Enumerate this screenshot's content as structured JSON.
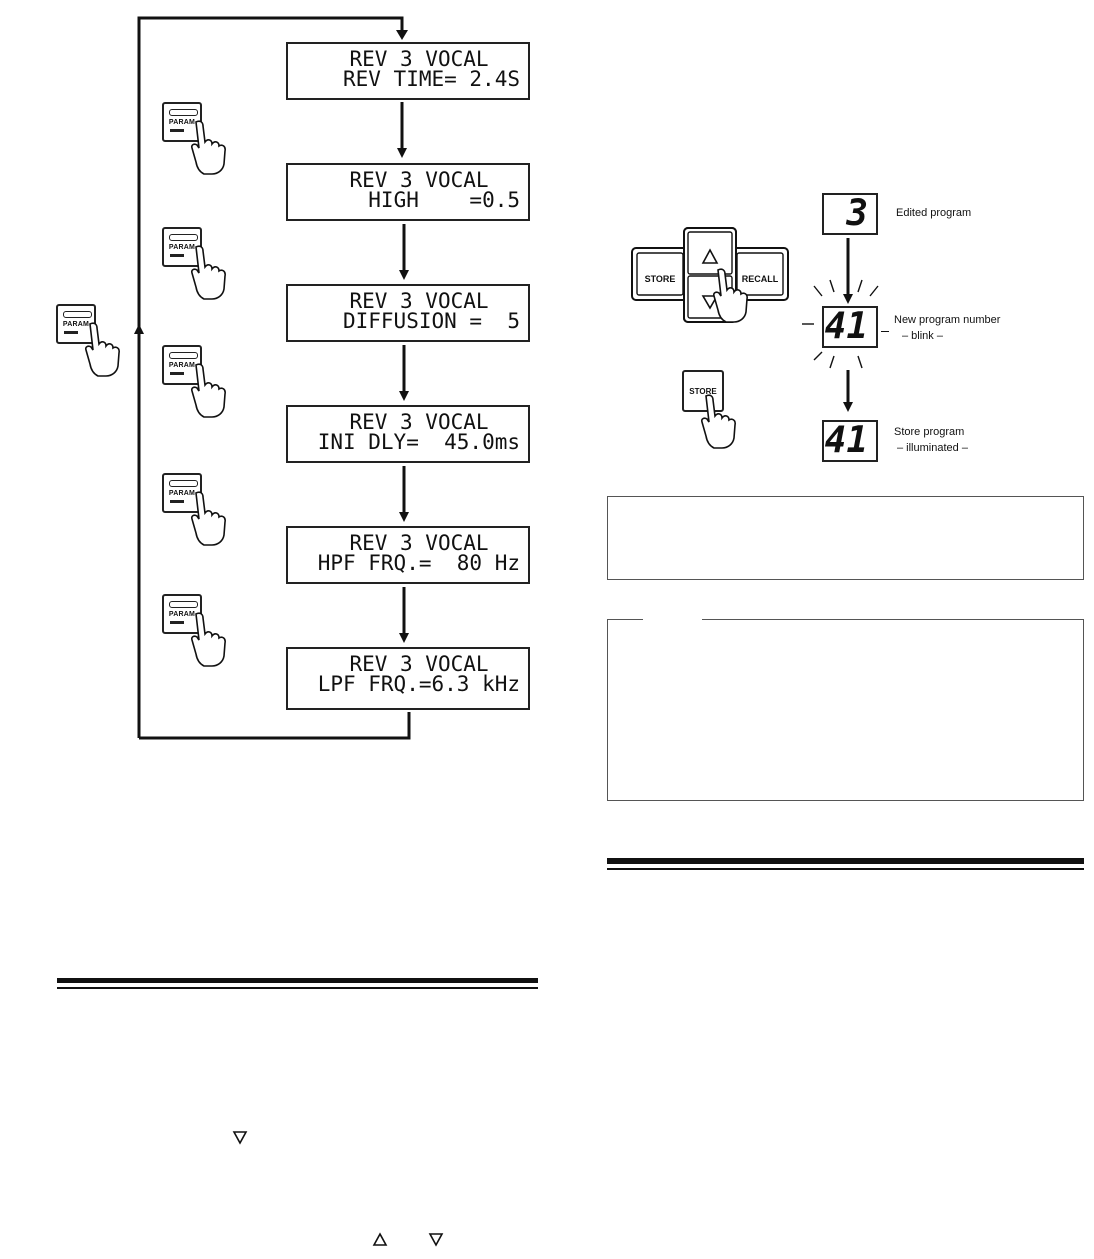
{
  "lcd_screens": [
    {
      "line1": "REV 3 VOCAL",
      "line2": "REV TIME= 2.4S"
    },
    {
      "line1": "REV 3 VOCAL",
      "line2": "HIGH    =0.5"
    },
    {
      "line1": "REV 3 VOCAL",
      "line2": "DIFFUSION =  5"
    },
    {
      "line1": "REV 3 VOCAL",
      "line2": "INI DLY=  45.0ms"
    },
    {
      "line1": "REV 3 VOCAL",
      "line2": "HPF FRQ.=  80 Hz"
    },
    {
      "line1": "REV 3 VOCAL",
      "line2": "LPF FRQ.=6.3 kHz"
    }
  ],
  "param_button_label": "PARAM",
  "store_panel": {
    "store_label": "STORE",
    "recall_label": "RECALL"
  },
  "store_button_label": "STORE",
  "displays": [
    {
      "value": "3",
      "caption_line1": "Edited program",
      "caption_line2": ""
    },
    {
      "value": "41",
      "caption_line1": "New program number",
      "caption_line2": "– blink –"
    },
    {
      "value": "41",
      "caption_line1": "Store program",
      "caption_line2": "– illuminated –"
    }
  ],
  "icons": {
    "down_triangle": "down-triangle-icon",
    "up_triangle": "up-triangle-icon"
  }
}
